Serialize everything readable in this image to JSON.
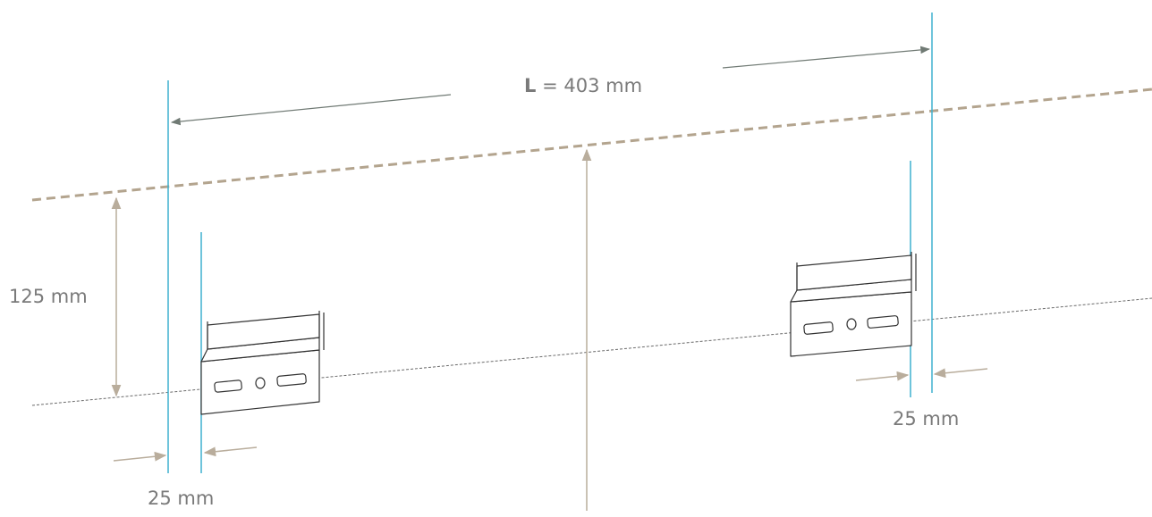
{
  "diagram": {
    "length_label": {
      "prefix": "L",
      "suffix": "= 403 mm"
    },
    "top_offset_label": "125 mm",
    "left_edge_offset_label": "25 mm",
    "right_edge_offset_label": "25 mm",
    "colors": {
      "guide_line": "#3fb0cf",
      "dimension_arrow": "#b9ad9c",
      "length_arrow": "#707a74",
      "ceiling_dashed": "#b3a48e",
      "mount_line_dotted": "#6a6a6a",
      "bracket_stroke": "#333333"
    }
  }
}
